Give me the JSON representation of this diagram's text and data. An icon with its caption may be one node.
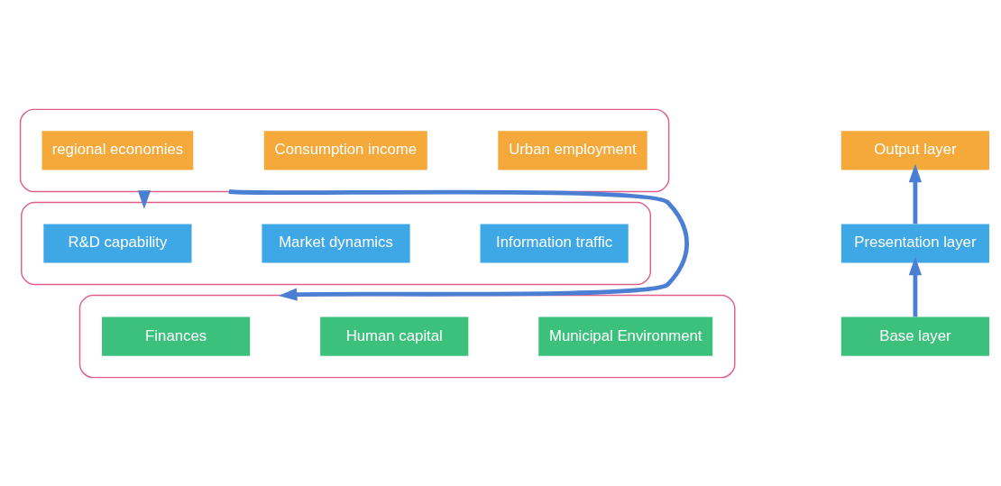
{
  "diagram": {
    "nodes": [
      {
        "text": [],
        "shape": "box"
      },
      {
        "text": [
          "regional economies"
        ],
        "in": 0
      },
      {
        "text": [
          "Consumption income"
        ],
        "in": 0
      },
      {
        "text": [
          "Urban employment"
        ],
        "in": 0
      },
      {
        "text": [
          "Output layer"
        ]
      },
      {
        "text": [],
        "shape": "box"
      },
      {
        "text": [
          "R&D capability"
        ],
        "in": 5
      },
      {
        "text": [
          "Market dynamics"
        ],
        "in": 5
      },
      {
        "text": [
          "Information traffic"
        ],
        "in": 5
      },
      {
        "text": [
          "Presentation layer"
        ]
      },
      {
        "text": [],
        "shape": "box"
      },
      {
        "text": [
          "Finances"
        ],
        "in": 10
      },
      {
        "text": [
          "Human capital"
        ],
        "in": 10
      },
      {
        "text": [
          "Municipal Environment"
        ],
        "in": 10
      },
      {
        "text": [
          "Base layer"
        ]
      }
    ],
    "edges": [
      {
        "from": 0,
        "to": 5,
        "arrow": "to"
      },
      {
        "from": 0,
        "to": 10,
        "arrow": "to"
      },
      {
        "from": 9,
        "to": 4,
        "arrow": "to"
      },
      {
        "from": 14,
        "to": 9,
        "arrow": "to"
      }
    ]
  }
}
